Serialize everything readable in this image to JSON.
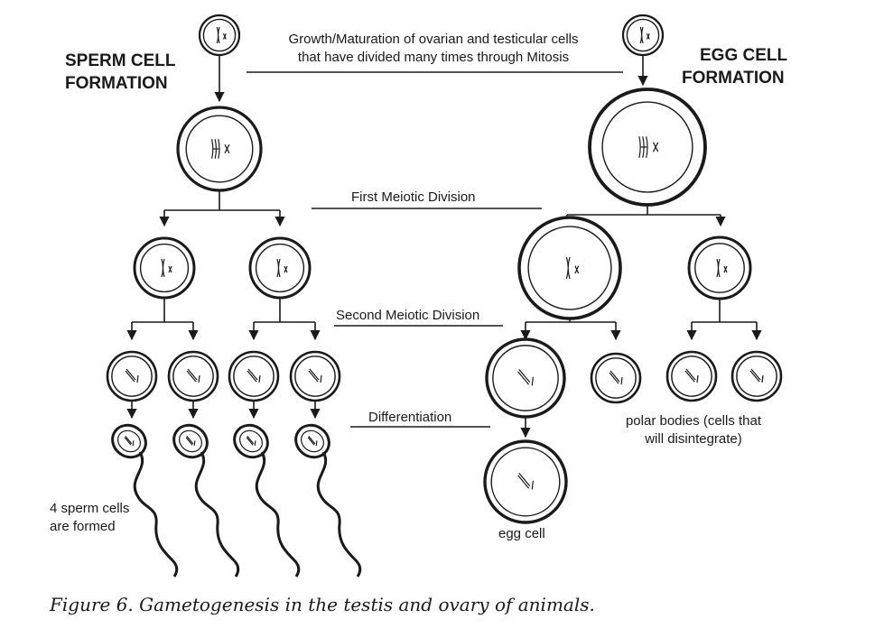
{
  "diagram": {
    "left_title": [
      "SPERM CELL",
      "FORMATION"
    ],
    "right_title": [
      "EGG CELL",
      "FORMATION"
    ],
    "growth_label": [
      "Growth/Maturation of ovarian and testicular cells",
      "that have divided many times through Mitosis"
    ],
    "first_division_label": "First Meiotic Division",
    "second_division_label": "Second Meiotic Division",
    "differentiation_label": "Differentiation",
    "sperm_label": [
      "4 sperm cells",
      "are formed"
    ],
    "polar_bodies_label": [
      "polar bodies (cells that",
      "will disintegrate)"
    ],
    "egg_label": "egg cell"
  },
  "caption": "Figure 6. Gametogenesis in the testis and ovary of animals.",
  "colors": {
    "ink": "#1a1a1a",
    "background": "#ffffff"
  }
}
